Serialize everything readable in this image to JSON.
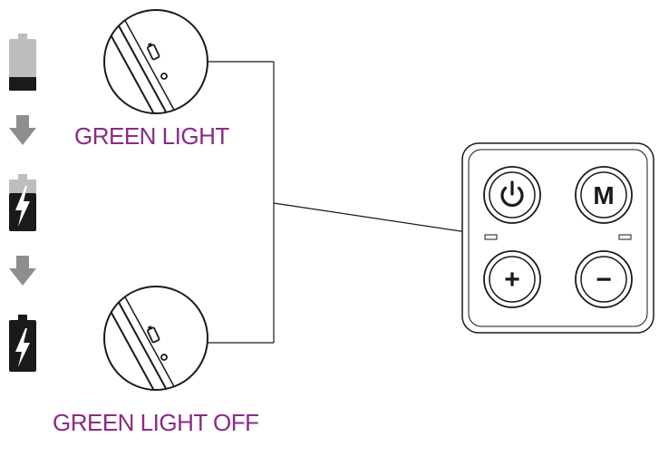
{
  "labels": {
    "charging_on": "GREEN LIGHT",
    "charging_off": "GREEN LIGHT OFF"
  },
  "remote": {
    "buttons": {
      "mode": "M",
      "plus": "+",
      "minus": "−"
    }
  },
  "colors": {
    "label_purple": "#8b2a86",
    "arrow_gray": "#8e8e8e",
    "battery_dark": "#1a1a1a",
    "battery_gray": "#bdbdbd",
    "line": "#1a1a1a"
  },
  "icons": [
    "battery-low-icon",
    "down-arrow-icon",
    "battery-charging-icon",
    "battery-full-charging-icon",
    "power-icon",
    "indicator-led"
  ]
}
